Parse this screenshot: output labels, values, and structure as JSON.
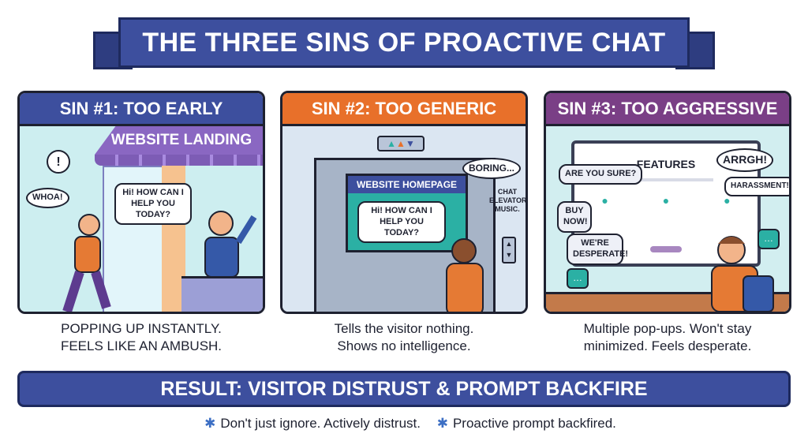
{
  "title": "THE THREE SINS OF PROACTIVE CHAT",
  "panels": [
    {
      "heading": "SIN #1: TOO EARLY",
      "sign": "WEBSITE LANDING",
      "thought": "!",
      "exclaim": "WHOA!",
      "greeting": "Hi! HOW CAN I HELP YOU TODAY?",
      "caption": [
        "POPPING UP INSTANTLY.",
        "FEELS LIKE AN AMBUSH."
      ],
      "color": "#3d4f9e"
    },
    {
      "heading": "SIN #2: TOO GENERIC",
      "screen_title": "WEBSITE HOMEPAGE",
      "greeting": "Hi! HOW CAN I HELP YOU TODAY?",
      "thought": "BORING...",
      "note": "CHAT ELEVATOR MUSIC.",
      "caption": [
        "Tells the visitor nothing.",
        "Shows no intelligence."
      ],
      "color": "#e8702a"
    },
    {
      "heading": "SIN #3: TOO AGGRESSIVE",
      "screen_title": "FEATURES",
      "popups": [
        "ARE YOU SURE?",
        "BUY NOW!",
        "WE'RE DESPERATE!"
      ],
      "thoughts": [
        "ARRGH!",
        "HARASSMENT!"
      ],
      "caption": [
        "Multiple pop-ups. Won't stay",
        "minimized. Feels desperate."
      ],
      "color": "#7a3f86"
    }
  ],
  "result": "RESULT: VISITOR DISTRUST & PROMPT BACKFIRE",
  "footnotes": [
    "Don't just ignore. Actively distrust.",
    "Proactive prompt backfired."
  ]
}
